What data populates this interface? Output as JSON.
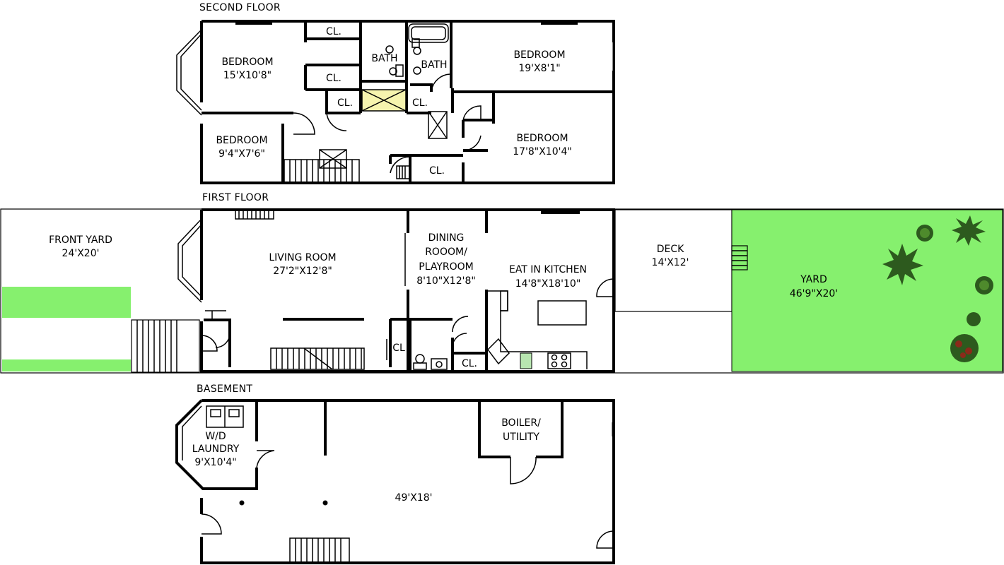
{
  "floors": {
    "second": "SECOND FLOOR",
    "first": "FIRST FLOOR",
    "basement": "BASEMENT"
  },
  "rooms": {
    "bed_front_name": "BEDROOM",
    "bed_front_dim": "15'X10'8\"",
    "bed_small_name": "BEDROOM",
    "bed_small_dim": "9'4\"X7'6\"",
    "bed_rear1_name": "BEDROOM",
    "bed_rear1_dim": "19'X8'1\"",
    "bed_rear2_name": "BEDROOM",
    "bed_rear2_dim": "17'8\"X10'4\"",
    "bath1": "BATH",
    "bath2": "BATH",
    "closet": "CL.",
    "closet_nodot": "CL",
    "front_yard_name": "FRONT YARD",
    "front_yard_dim": "24'X20'",
    "living_name": "LIVING ROOM",
    "living_dim": "27'2\"X12'8\"",
    "dining_l1": "DINING",
    "dining_l2": "ROOOM/",
    "dining_l3": "PLAYROOM",
    "dining_dim": "8'10\"X12'8\"",
    "kitchen_name": "EAT IN KITCHEN",
    "kitchen_dim": "14'8\"X18'10\"",
    "deck_name": "DECK",
    "deck_dim": "14'X12'",
    "yard_name": "YARD",
    "yard_dim": "46'9\"X20'",
    "laundry_l1": "W/D",
    "laundry_l2": "LAUNDRY",
    "laundry_dim": "9'X10'4\"",
    "boiler_l1": "BOILER/",
    "boiler_l2": "UTILITY",
    "basement_dim": "49'X18'"
  },
  "colors": {
    "wall": "#000000",
    "lawn": "#86f06e",
    "skylight": "#f6f4ae",
    "shrub_dark": "#2d5a1e",
    "shrub_red": "#8b2a1a"
  },
  "icons": [
    "bay-window",
    "fireplace",
    "stair",
    "door-swing",
    "toilet",
    "tub",
    "sink",
    "stove",
    "skylight",
    "shrub"
  ]
}
